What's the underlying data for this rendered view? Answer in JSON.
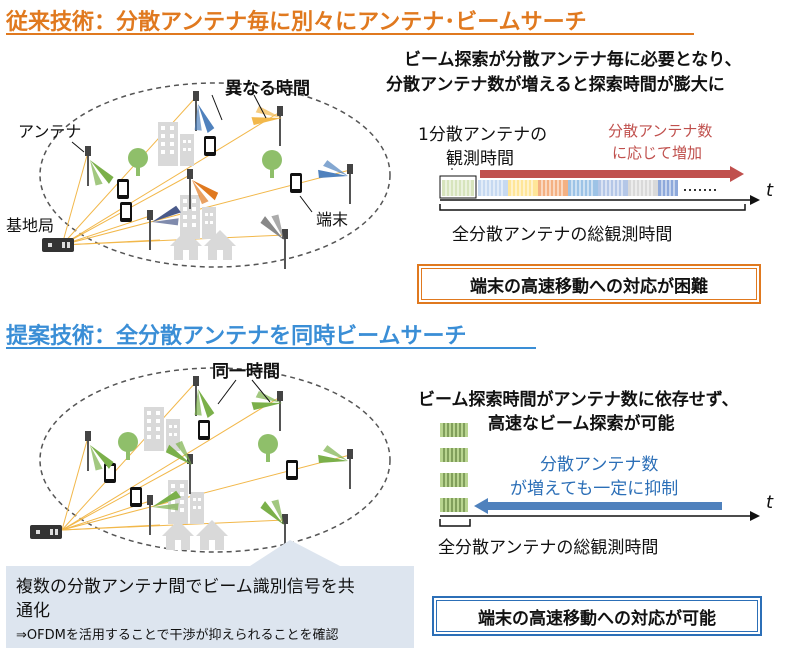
{
  "top": {
    "title": "従来技術：分散アンテナ毎に別々にアンテナ･ビームサーチ",
    "label_diff_time": "異なる時間",
    "label_antenna": "アンテナ",
    "label_base_station": "基地局",
    "label_terminal": "端末",
    "desc_line1": "ビーム探索が分散アンテナ毎に必要となり、",
    "desc_line2": "分散アンテナ数が増えると探索時間が膨大に",
    "obs_line1": "1分散アンテナの",
    "obs_line2": "観測時間",
    "arrow_line1": "分散アンテナ数",
    "arrow_line2": "に応じて増加",
    "axis_t": "t",
    "total_time": "全分散アンテナの総観測時間",
    "result": "端末の高速移動への対応が困難"
  },
  "bottom": {
    "title": "提案技術：全分散アンテナを同時ビームサーチ",
    "label_same_time": "同一時間",
    "desc_line1": "ビーム探索時間がアンテナ数に依存せず、",
    "desc_line2": "高速なビーム探索が可能",
    "arrow_line1": "分散アンテナ数",
    "arrow_line2": "が増えても一定に抑制",
    "axis_t": "t",
    "total_time": "全分散アンテナの総観測時間",
    "callout_line1": "複数の分散アンテナ間でビーム識別信号を共",
    "callout_line2": "通化",
    "callout_line3": "⇒OFDMを活用することで干渉が抑えられることを確認",
    "result": "端末の高速移動への対応が可能"
  },
  "colors": {
    "orange": "#e0791f",
    "blue": "#3a8ed6",
    "red_arrow": "#c0504d",
    "blue_arrow": "#4f81bd",
    "green_beam": "#7bb04a"
  }
}
